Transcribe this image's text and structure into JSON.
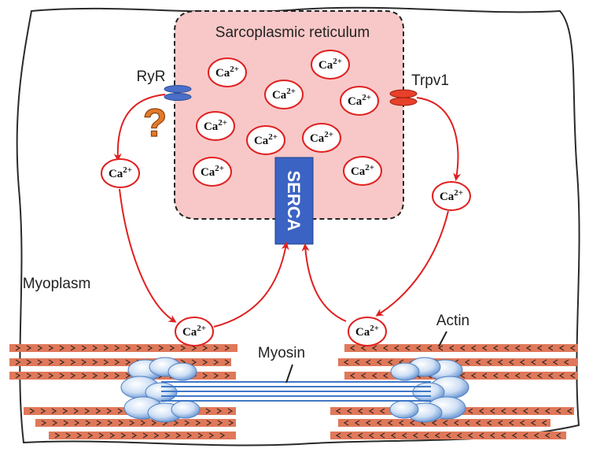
{
  "labels": {
    "sr": "Sarcoplasmic reticulum",
    "ryr": "RyR",
    "trpv1": "Trpv1",
    "question": "?",
    "serca": "SERCA",
    "myoplasm": "Myoplasm",
    "actin": "Actin",
    "myosin": "Myosin"
  },
  "ion": {
    "base": "Ca",
    "charge": "2+"
  },
  "colors": {
    "sr_fill": "#f8c8c8",
    "serca": "#3b63c4",
    "arrow": "#e02020",
    "ryr": "#4a6fc9",
    "trpv1": "#e8402a",
    "question": "#e27a2a",
    "actin": "#e0785a",
    "myosin": "#6fa0dc"
  },
  "ca_ions": [
    {
      "id": "sr-1"
    },
    {
      "id": "sr-2"
    },
    {
      "id": "sr-3"
    },
    {
      "id": "sr-4"
    },
    {
      "id": "sr-5"
    },
    {
      "id": "sr-6"
    },
    {
      "id": "sr-7"
    },
    {
      "id": "sr-8"
    },
    {
      "id": "sr-9"
    },
    {
      "id": "sr-10"
    },
    {
      "id": "left-release"
    },
    {
      "id": "right-release"
    },
    {
      "id": "left-myofibril"
    },
    {
      "id": "right-myofibril"
    }
  ]
}
